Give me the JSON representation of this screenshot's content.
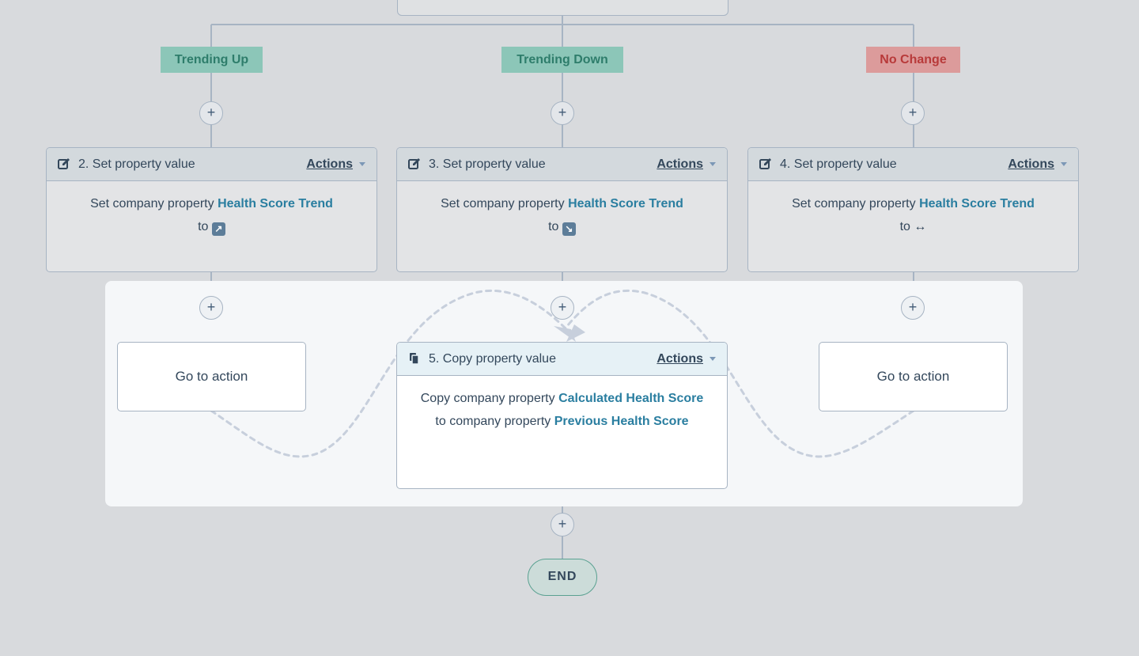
{
  "branches": [
    {
      "label": "Trending Up",
      "color": "#8cc6b8"
    },
    {
      "label": "Trending Down",
      "color": "#8cc6b8"
    },
    {
      "label": "No Change",
      "color": "#dc9b9b"
    }
  ],
  "plus_symbol": "+",
  "cards": [
    {
      "icon": "edit-icon",
      "title": "2. Set property value",
      "actions_label": "Actions",
      "body_prefix": "Set company property",
      "property": "Health Score Trend",
      "to_label": "to",
      "value": "↗"
    },
    {
      "icon": "edit-icon",
      "title": "3. Set property value",
      "actions_label": "Actions",
      "body_prefix": "Set company property",
      "property": "Health Score Trend",
      "to_label": "to",
      "value": "↘"
    },
    {
      "icon": "edit-icon",
      "title": "4. Set property value",
      "actions_label": "Actions",
      "body_prefix": "Set company property",
      "property": "Health Score Trend",
      "to_label": "to",
      "value": "↔"
    }
  ],
  "copy_card": {
    "icon": "copy-icon",
    "title": "5. Copy property value",
    "actions_label": "Actions",
    "body_prefix": "Copy company property",
    "source_property": "Calculated Health Score",
    "middle_text": "to company property",
    "target_property": "Previous Health Score"
  },
  "goto_label": "Go to action",
  "end_label": "END",
  "colors": {
    "canvas": "#d8dadd",
    "highlight": "#f5f7f9",
    "connector": "#a7b4c3",
    "link": "#2a7ea0",
    "trending": "#8cc6b8",
    "no_change": "#dc9b9b"
  }
}
